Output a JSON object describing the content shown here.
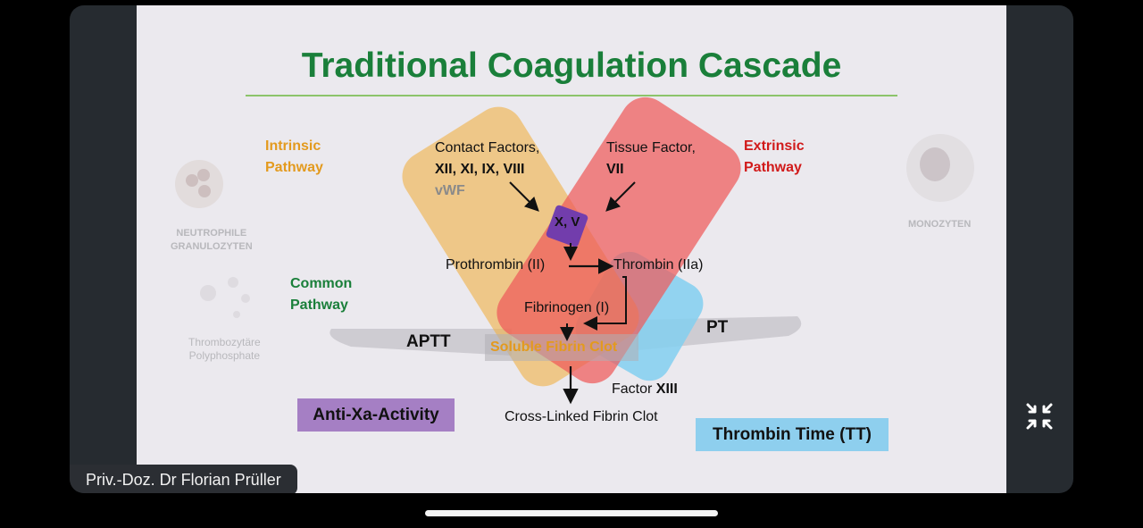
{
  "slide": {
    "title": "Traditional Coagulation Cascade",
    "intrinsic": {
      "line1": "Intrinsic",
      "line2": "Pathway"
    },
    "extrinsic": {
      "line1": "Extrinsic",
      "line2": "Pathway"
    },
    "common": {
      "line1": "Common",
      "line2": "Pathway"
    },
    "contact_factors": {
      "line1": "Contact Factors,",
      "line2": "XII, XI, IX, VIII",
      "line3": "vWF"
    },
    "tissue_factor": {
      "line1": "Tissue Factor,",
      "line2": "VII"
    },
    "xv": "X, V",
    "prothrombin": "Prothrombin (II)",
    "thrombin": "Thrombin (IIa)",
    "fibrinogen": "Fibrinogen (I)",
    "soluble_clot": "Soluble Fibrin Clot",
    "factor_xiii_prefix": "Factor ",
    "factor_xiii": "XIII",
    "cross_linked": "Cross-Linked Fibrin Clot",
    "aptt": "APTT",
    "pt": "PT",
    "anti_xa": "Anti-Xa-Activity",
    "thrombin_time": "Thrombin Time (TT)",
    "neutrophile": {
      "line1": "NEUTROPHILE",
      "line2": "GRANULOZYTEN"
    },
    "monozyten": "MONOZYTEN",
    "thrombo": {
      "line1": "Thrombozytäre",
      "line2": "Polyphosphate"
    }
  },
  "caption": "Priv.-Doz. Dr Florian Prüller",
  "colors": {
    "title_green": "#1a7f3a",
    "intrinsic_orange": "#e39a1e",
    "extrinsic_red": "#d11a1a",
    "common_green": "#1a7f3a",
    "anti_xa_purple": "#a57fc4",
    "thrombin_time_blue": "#8ecfee",
    "xv_box": "#6a3ab0"
  },
  "icons": [
    "neutrophil-cell-icon",
    "monocyte-cell-icon",
    "platelet-icon",
    "collapse-icon"
  ]
}
